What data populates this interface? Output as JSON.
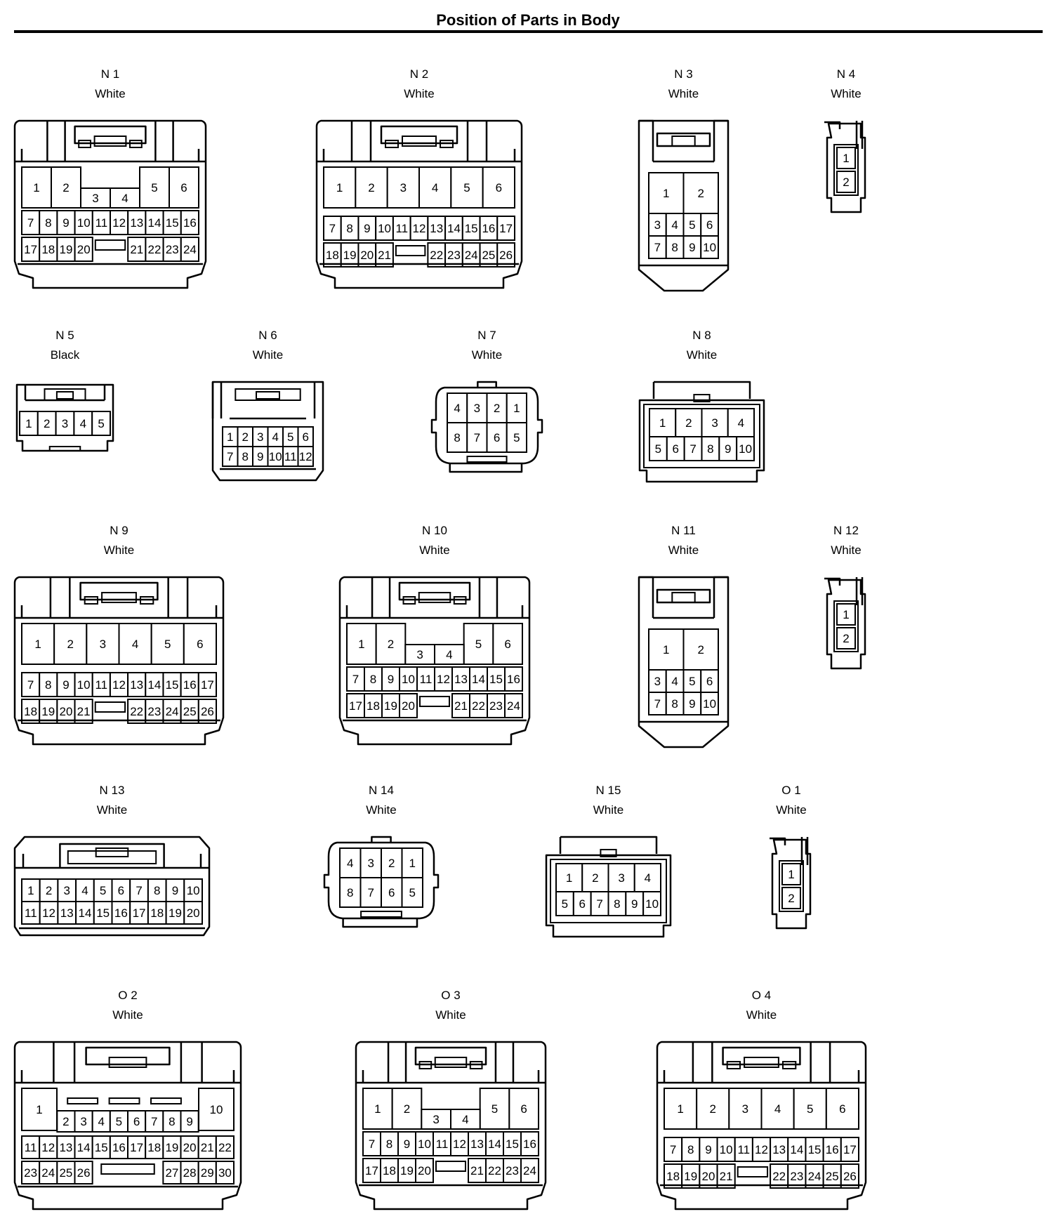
{
  "title": "Position of Parts in Body",
  "connectors": [
    {
      "id": "N1",
      "name": "N 1",
      "color": "White",
      "type": "large",
      "big": [
        "1",
        "2",
        null,
        null,
        "5",
        "6"
      ],
      "mid": [
        "3",
        "4"
      ],
      "rows": [
        [
          "7",
          "8",
          "9",
          "10",
          "11",
          "12",
          "13",
          "14",
          "15",
          "16"
        ],
        [
          "17",
          "18",
          "19",
          "20",
          null,
          null,
          "21",
          "22",
          "23",
          "24"
        ]
      ]
    },
    {
      "id": "N2",
      "name": "N 2",
      "color": "White",
      "type": "large",
      "big": [
        "1",
        "2",
        "3",
        "4",
        "5",
        "6"
      ],
      "mid": [],
      "rows": [
        [
          "7",
          "8",
          "9",
          "10",
          "11",
          "12",
          "13",
          "14",
          "15",
          "16",
          "17"
        ],
        [
          "18",
          "19",
          "20",
          "21",
          null,
          null,
          "22",
          "23",
          "24",
          "25",
          "26"
        ]
      ]
    },
    {
      "id": "N3",
      "name": "N 3",
      "color": "White",
      "type": "tall10",
      "pins": [
        "1",
        "2",
        "3",
        "4",
        "5",
        "6",
        "7",
        "8",
        "9",
        "10"
      ]
    },
    {
      "id": "N4",
      "name": "N 4",
      "color": "White",
      "type": "two",
      "pins": [
        "1",
        "2"
      ]
    },
    {
      "id": "N5",
      "name": "N 5",
      "color": "Black",
      "type": "five",
      "pins": [
        "1",
        "2",
        "3",
        "4",
        "5"
      ]
    },
    {
      "id": "N6",
      "name": "N 6",
      "color": "White",
      "type": "twelve",
      "rows": [
        [
          "1",
          "2",
          "3",
          "4",
          "5",
          "6"
        ],
        [
          "7",
          "8",
          "9",
          "10",
          "11",
          "12"
        ]
      ]
    },
    {
      "id": "N7",
      "name": "N 7",
      "color": "White",
      "type": "eight",
      "rows": [
        [
          "4",
          "3",
          "2",
          "1"
        ],
        [
          "8",
          "7",
          "6",
          "5"
        ]
      ]
    },
    {
      "id": "N8",
      "name": "N 8",
      "color": "White",
      "type": "ten",
      "rows": [
        [
          "1",
          "2",
          "3",
          "4"
        ],
        [
          "5",
          "6",
          "7",
          "8",
          "9",
          "10"
        ]
      ]
    },
    {
      "id": "N9",
      "name": "N 9",
      "color": "White",
      "type": "large",
      "big": [
        "1",
        "2",
        "3",
        "4",
        "5",
        "6"
      ],
      "mid": [],
      "rows": [
        [
          "7",
          "8",
          "9",
          "10",
          "11",
          "12",
          "13",
          "14",
          "15",
          "16",
          "17"
        ],
        [
          "18",
          "19",
          "20",
          "21",
          null,
          null,
          "22",
          "23",
          "24",
          "25",
          "26"
        ]
      ]
    },
    {
      "id": "N10",
      "name": "N 10",
      "color": "White",
      "type": "large",
      "big": [
        "1",
        "2",
        null,
        null,
        "5",
        "6"
      ],
      "mid": [
        "3",
        "4"
      ],
      "rows": [
        [
          "7",
          "8",
          "9",
          "10",
          "11",
          "12",
          "13",
          "14",
          "15",
          "16"
        ],
        [
          "17",
          "18",
          "19",
          "20",
          null,
          null,
          "21",
          "22",
          "23",
          "24"
        ]
      ]
    },
    {
      "id": "N11",
      "name": "N 11",
      "color": "White",
      "type": "tall10",
      "pins": [
        "1",
        "2",
        "3",
        "4",
        "5",
        "6",
        "7",
        "8",
        "9",
        "10"
      ]
    },
    {
      "id": "N12",
      "name": "N 12",
      "color": "White",
      "type": "two",
      "pins": [
        "1",
        "2"
      ]
    },
    {
      "id": "N13",
      "name": "N 13",
      "color": "White",
      "type": "twenty",
      "rows": [
        [
          "1",
          "2",
          "3",
          "4",
          "5",
          "6",
          "7",
          "8",
          "9",
          "10"
        ],
        [
          "11",
          "12",
          "13",
          "14",
          "15",
          "16",
          "17",
          "18",
          "19",
          "20"
        ]
      ]
    },
    {
      "id": "N14",
      "name": "N 14",
      "color": "White",
      "type": "eight",
      "rows": [
        [
          "4",
          "3",
          "2",
          "1"
        ],
        [
          "8",
          "7",
          "6",
          "5"
        ]
      ]
    },
    {
      "id": "N15",
      "name": "N 15",
      "color": "White",
      "type": "ten",
      "rows": [
        [
          "1",
          "2",
          "3",
          "4"
        ],
        [
          "5",
          "6",
          "7",
          "8",
          "9",
          "10"
        ]
      ]
    },
    {
      "id": "O1",
      "name": "O 1",
      "color": "White",
      "type": "two",
      "pins": [
        "1",
        "2"
      ]
    },
    {
      "id": "O2",
      "name": "O 2",
      "color": "White",
      "type": "thirty",
      "big": [
        "1",
        "10"
      ],
      "mid": [
        "2",
        "3",
        "4",
        "5",
        "6",
        "7",
        "8",
        "9"
      ],
      "rows": [
        [
          "11",
          "12",
          "13",
          "14",
          "15",
          "16",
          "17",
          "18",
          "19",
          "20",
          "21",
          "22"
        ],
        [
          "23",
          "24",
          "25",
          "26",
          null,
          null,
          null,
          null,
          "27",
          "28",
          "29",
          "30"
        ]
      ]
    },
    {
      "id": "O3",
      "name": "O 3",
      "color": "White",
      "type": "large",
      "big": [
        "1",
        "2",
        null,
        null,
        "5",
        "6"
      ],
      "mid": [
        "3",
        "4"
      ],
      "rows": [
        [
          "7",
          "8",
          "9",
          "10",
          "11",
          "12",
          "13",
          "14",
          "15",
          "16"
        ],
        [
          "17",
          "18",
          "19",
          "20",
          null,
          null,
          "21",
          "22",
          "23",
          "24"
        ]
      ]
    },
    {
      "id": "O4",
      "name": "O 4",
      "color": "White",
      "type": "large",
      "big": [
        "1",
        "2",
        "3",
        "4",
        "5",
        "6"
      ],
      "mid": [],
      "rows": [
        [
          "7",
          "8",
          "9",
          "10",
          "11",
          "12",
          "13",
          "14",
          "15",
          "16",
          "17"
        ],
        [
          "18",
          "19",
          "20",
          "21",
          null,
          null,
          "22",
          "23",
          "24",
          "25",
          "26"
        ]
      ]
    }
  ]
}
